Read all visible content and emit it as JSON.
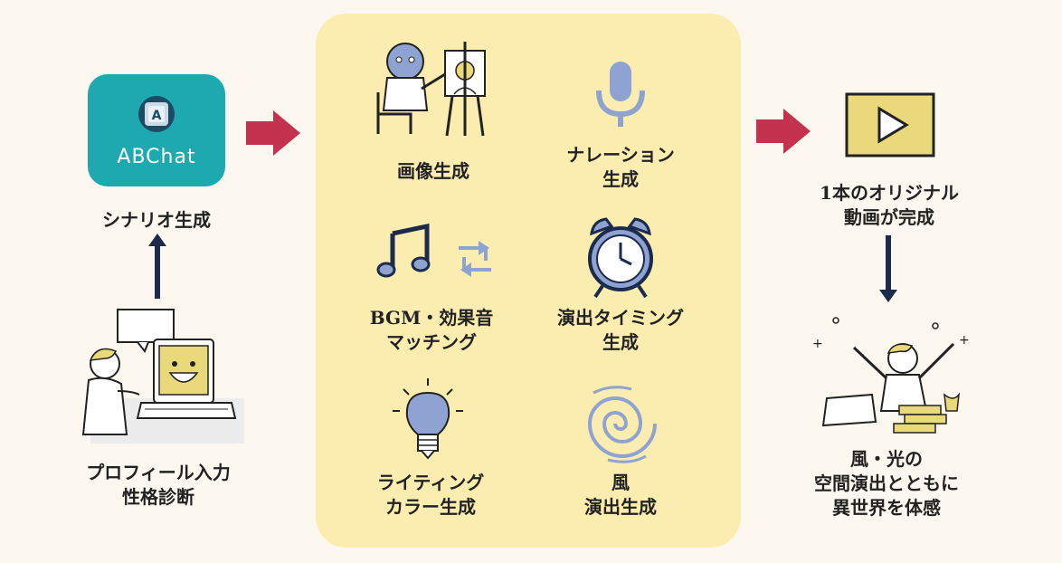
{
  "app": {
    "name": "ABChat",
    "badge_letter": "A"
  },
  "steps": {
    "input": [
      "プロフィール入力",
      "性格診断"
    ],
    "scenario": [
      "シナリオ生成"
    ],
    "image": [
      "画像生成"
    ],
    "narration": [
      "ナレーション",
      "生成"
    ],
    "bgm": [
      "BGM・効果音",
      "マッチング"
    ],
    "timing": [
      "演出タイミング",
      "生成"
    ],
    "lighting": [
      "ライティング",
      "カラー生成"
    ],
    "wind": [
      "風",
      "演出生成"
    ],
    "video": [
      "1本のオリジナル",
      "動画が完成"
    ],
    "experience": [
      "風・光の",
      "空間演出とともに",
      "異世界を体感"
    ]
  },
  "colors": {
    "background": "#fcf8ef",
    "panel": "#fbedb0",
    "app_teal": "#1ea9b1",
    "arrow_red": "#c3334f",
    "arrow_navy": "#1c2a4c",
    "icon_blue": "#8ea3d1",
    "icon_yellow": "#ead97a"
  },
  "icons": [
    "app-icon",
    "painter-robot-icon",
    "microphone-icon",
    "music-note-icon",
    "loop-icon",
    "alarm-clock-icon",
    "light-bulb-icon",
    "wind-swirl-icon",
    "play-video-icon",
    "user-computer-icon",
    "celebration-icon",
    "right-arrow-icon",
    "up-arrow-icon",
    "down-arrow-icon"
  ]
}
